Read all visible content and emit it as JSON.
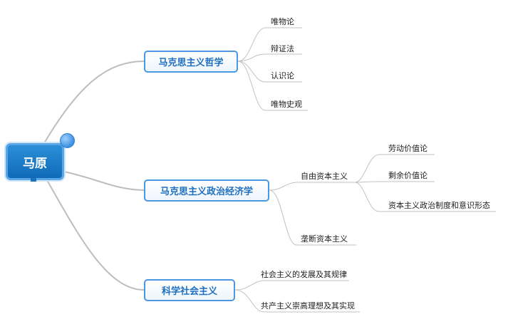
{
  "root": {
    "label": "马原"
  },
  "branches": [
    {
      "label": "马克思主义哲学",
      "children": [
        "唯物论",
        "辩证法",
        "认识论",
        "唯物史观"
      ]
    },
    {
      "label": "马克思主义政治经济学",
      "children": [
        {
          "label": "自由资本主义",
          "children": [
            "劳动价值论",
            "剩余价值论",
            "资本主义政治制度和意识形态"
          ]
        },
        {
          "label": "垄断资本主义"
        }
      ]
    },
    {
      "label": "科学社会主义",
      "children": [
        "社会主义的发展及其规律",
        "共产主义崇高理想及其实现"
      ]
    }
  ],
  "colors": {
    "root_fill": "#1a73bd",
    "branch_border": "#4a98e0",
    "branch_text": "#1f6fc0",
    "connector": "#b5b5b5"
  }
}
